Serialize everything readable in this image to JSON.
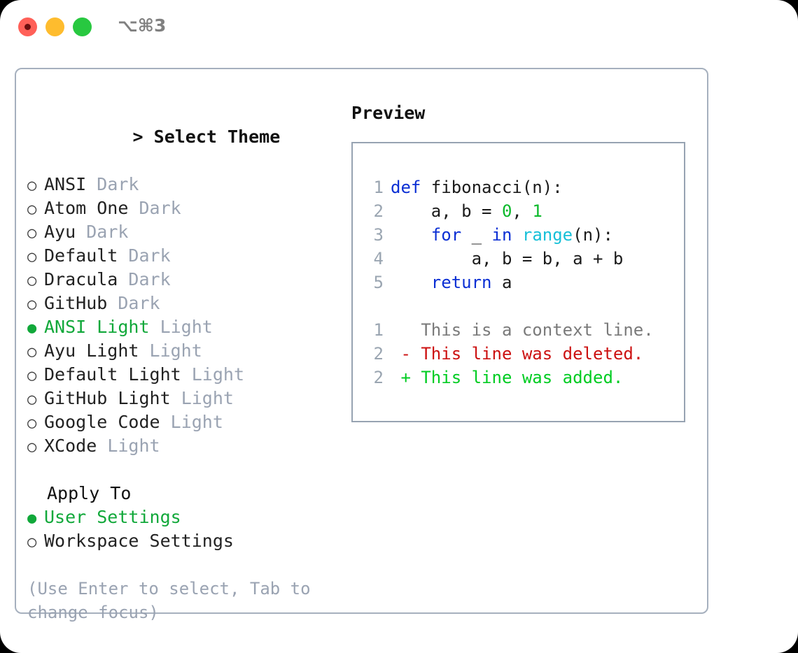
{
  "window": {
    "shortcut": "⌥⌘3",
    "traffic_lights": [
      "close",
      "minimize",
      "maximize"
    ],
    "accent_green": "#11a83a",
    "muted_gray": "#9aa3b2",
    "border": "#97a3b2"
  },
  "theme_picker": {
    "header_caret": ">",
    "header": "Select Theme",
    "marker_selected": "●",
    "marker_unselected": "○",
    "items": [
      {
        "name": "ANSI",
        "variant": "Dark",
        "selected": false
      },
      {
        "name": "Atom One",
        "variant": "Dark",
        "selected": false
      },
      {
        "name": "Ayu",
        "variant": "Dark",
        "selected": false
      },
      {
        "name": "Default",
        "variant": "Dark",
        "selected": false
      },
      {
        "name": "Dracula",
        "variant": "Dark",
        "selected": false
      },
      {
        "name": "GitHub",
        "variant": "Dark",
        "selected": false
      },
      {
        "name": "ANSI Light",
        "variant": "Light",
        "selected": true
      },
      {
        "name": "Ayu Light",
        "variant": "Light",
        "selected": false
      },
      {
        "name": "Default Light",
        "variant": "Light",
        "selected": false
      },
      {
        "name": "GitHub Light",
        "variant": "Light",
        "selected": false
      },
      {
        "name": "Google Code",
        "variant": "Light",
        "selected": false
      },
      {
        "name": "XCode",
        "variant": "Light",
        "selected": false
      }
    ]
  },
  "apply_to": {
    "label": "Apply To",
    "items": [
      {
        "name": "User Settings",
        "selected": true
      },
      {
        "name": "Workspace Settings",
        "selected": false
      }
    ]
  },
  "hint": "(Use Enter to select, Tab to change focus)",
  "preview": {
    "title": "Preview",
    "code": [
      {
        "num": "1",
        "tokens": [
          {
            "t": "def",
            "c": "kw"
          },
          {
            "t": " fibonacci(n):",
            "c": "txt"
          }
        ]
      },
      {
        "num": "2",
        "tokens": [
          {
            "t": "    a, b = ",
            "c": "txt"
          },
          {
            "t": "0",
            "c": "num"
          },
          {
            "t": ", ",
            "c": "txt"
          },
          {
            "t": "1",
            "c": "num"
          }
        ]
      },
      {
        "num": "3",
        "tokens": [
          {
            "t": "    ",
            "c": "txt"
          },
          {
            "t": "for",
            "c": "kw"
          },
          {
            "t": " _ ",
            "c": "txt"
          },
          {
            "t": "in",
            "c": "kw"
          },
          {
            "t": " ",
            "c": "txt"
          },
          {
            "t": "range",
            "c": "bi"
          },
          {
            "t": "(n):",
            "c": "txt"
          }
        ]
      },
      {
        "num": "4",
        "tokens": [
          {
            "t": "        a, b = b, a + b",
            "c": "txt"
          }
        ]
      },
      {
        "num": "5",
        "tokens": [
          {
            "t": "    ",
            "c": "txt"
          },
          {
            "t": "return",
            "c": "kw"
          },
          {
            "t": " a",
            "c": "txt"
          }
        ]
      }
    ],
    "diff": [
      {
        "num": "1",
        "sign": " ",
        "text": "This is a context line.",
        "kind": "ctx"
      },
      {
        "num": "2",
        "sign": "-",
        "text": "This line was deleted.",
        "kind": "del"
      },
      {
        "num": "2",
        "sign": "+",
        "text": "This line was added.",
        "kind": "add"
      }
    ]
  }
}
